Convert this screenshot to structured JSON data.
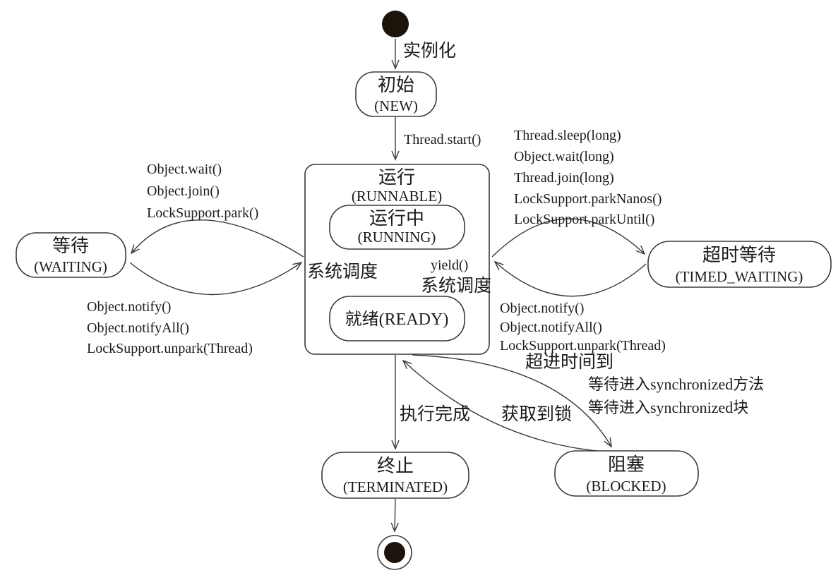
{
  "diagram": {
    "states": {
      "new": {
        "cn": "初始",
        "en": "(NEW)"
      },
      "runnable": {
        "cn": "运行",
        "en": "(RUNNABLE)"
      },
      "running": {
        "cn": "运行中",
        "en": "(RUNNING)"
      },
      "ready": {
        "label": "就绪(READY)"
      },
      "waiting": {
        "cn": "等待",
        "en": "(WAITING)"
      },
      "timed_waiting": {
        "cn": "超时等待",
        "en": "(TIMED_WAITING)"
      },
      "terminated": {
        "cn": "终止",
        "en": "(TERMINATED)"
      },
      "blocked": {
        "cn": "阻塞",
        "en": "(BLOCKED)"
      }
    },
    "transitions": {
      "instantiate": "实例化",
      "thread_start": "Thread.start()",
      "to_waiting": [
        "Object.wait()",
        "Object.join()",
        "LockSupport.park()"
      ],
      "from_waiting": [
        "Object.notify()",
        "Object.notifyAll()",
        "LockSupport.unpark(Thread)"
      ],
      "to_timed_waiting": [
        "Thread.sleep(long)",
        "Object.wait(long)",
        "Thread.join(long)",
        "LockSupport.parkNanos()",
        "LockSupport.parkUntil()"
      ],
      "from_timed_waiting": [
        "Object.notify()",
        "Object.notifyAll()",
        "LockSupport.unpark(Thread)"
      ],
      "timeout": "超进时间到",
      "scheduler_left": "系统调度",
      "yield": "yield()",
      "scheduler_right": "系统调度",
      "execution_complete": "执行完成",
      "acquire_lock": "获取到锁",
      "to_blocked": [
        "等待进入synchronized方法",
        "等待进入synchronized块"
      ]
    }
  },
  "colors": {
    "ink": "#3a3a3a",
    "text": "#1b1b1b",
    "node_fill": "#ffffff",
    "background": "#ffffff",
    "terminal": "#1c140a"
  }
}
